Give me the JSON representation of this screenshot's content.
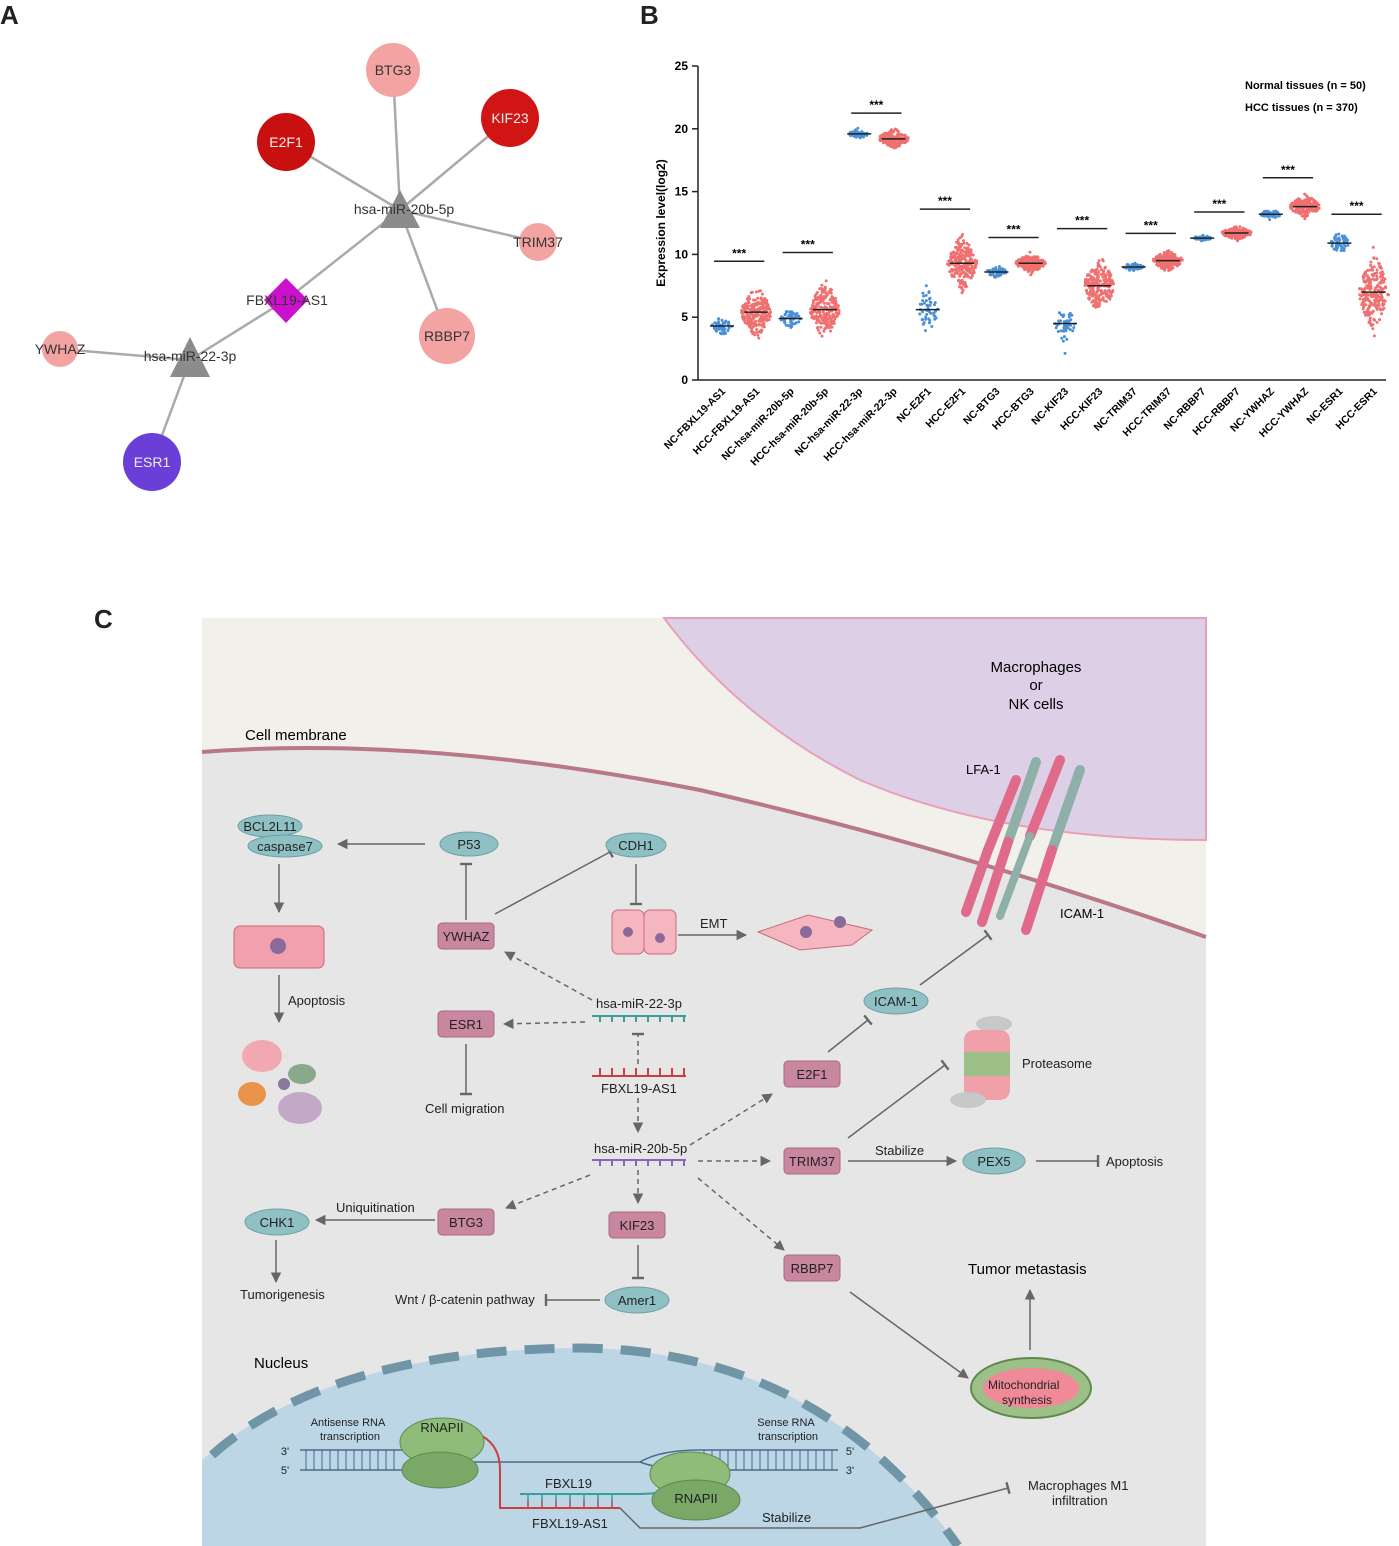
{
  "panels": {
    "a": "A",
    "b": "B",
    "c": "C"
  },
  "network": {
    "nodes": [
      {
        "id": "BTG3",
        "label": "BTG3",
        "shape": "circle",
        "color": "#f4a3a3"
      },
      {
        "id": "KIF23",
        "label": "KIF23",
        "shape": "circle",
        "color": "#d11414"
      },
      {
        "id": "E2F1",
        "label": "E2F1",
        "shape": "circle",
        "color": "#c81010"
      },
      {
        "id": "miR20b",
        "label": "hsa-miR-20b-5p",
        "shape": "triangle",
        "color": "#8c8c8c"
      },
      {
        "id": "TRIM37",
        "label": "TRIM37",
        "shape": "circle",
        "color": "#f4a3a3"
      },
      {
        "id": "FBXL19AS1",
        "label": "FBXL19-AS1",
        "shape": "diamond",
        "color": "#cc11cc"
      },
      {
        "id": "RBBP7",
        "label": "RBBP7",
        "shape": "circle",
        "color": "#f4a3a3"
      },
      {
        "id": "YWHAZ",
        "label": "YWHAZ",
        "shape": "circle",
        "color": "#f4a3a3"
      },
      {
        "id": "miR22",
        "label": "hsa-miR-22-3p",
        "shape": "triangle",
        "color": "#8c8c8c"
      },
      {
        "id": "ESR1",
        "label": "ESR1",
        "shape": "circle",
        "color": "#6a3fd8"
      }
    ]
  },
  "chart_data": {
    "type": "scatter",
    "ylabel": "Expression level(log2)",
    "ylim": [
      0,
      25
    ],
    "yticks": [
      "0",
      "5",
      "10",
      "15",
      "20",
      "25"
    ],
    "legend": [
      "Normal tissues (n = 50)",
      "HCC tissues (n = 370)"
    ],
    "legend_position": "top-right",
    "significance": "***",
    "categories": [
      "NC-FBXL19-AS1",
      "HCC-FBXL19-AS1",
      "NC-hsa-miR-20b-5p",
      "HCC-hsa-miR-20b-5p",
      "NC-hsa-miR-22-3p",
      "HCC-hsa-miR-22-3p",
      "NC-E2F1",
      "HCC-E2F1",
      "NC-BTG3",
      "HCC-BTG3",
      "NC-KIF23",
      "HCC-KIF23",
      "NC-TRIM37",
      "HCC-TRIM37",
      "NC-RBBP7",
      "HCC-RBBP7",
      "NC-YWHAZ",
      "HCC-YWHAZ",
      "NC-ESR1",
      "HCC-ESR1"
    ],
    "groups": [
      {
        "name": "NC",
        "color": "#4a90d9",
        "n": 50
      },
      {
        "name": "HCC",
        "color": "#f07070",
        "n": 370
      }
    ],
    "medians": [
      4.3,
      5.4,
      4.9,
      5.6,
      19.6,
      19.2,
      5.6,
      9.3,
      8.6,
      9.3,
      4.5,
      7.5,
      9.0,
      9.5,
      11.3,
      11.7,
      13.2,
      13.8,
      10.9,
      7.0
    ],
    "spreads": [
      0.5,
      1.3,
      0.6,
      1.5,
      0.3,
      0.5,
      1.3,
      1.4,
      0.4,
      0.5,
      1.0,
      1.5,
      0.25,
      0.55,
      0.15,
      0.35,
      0.3,
      0.6,
      0.6,
      2.0
    ]
  },
  "diagram": {
    "membrane_label": "Cell membrane",
    "immune_label_1": "Macrophages",
    "immune_label_2": "or",
    "immune_label_3": "NK cells",
    "lfa1": "LFA-1",
    "icam1_label": "ICAM-1",
    "nucleus_label": "Nucleus",
    "nodes": {
      "bcl2l11": "BCL2L11",
      "caspase7": "caspase7",
      "p53": "P53",
      "cdh1": "CDH1",
      "ywhaz": "YWHAZ",
      "emt": "EMT",
      "apoptosis1": "Apoptosis",
      "esr1": "ESR1",
      "mir22": "hsa-miR-22-3p",
      "icam1": "ICAM-1",
      "proteasome": "Proteasome",
      "fbxl19as1": "FBXL19-AS1",
      "e2f1": "E2F1",
      "cell_migration": "Cell migration",
      "mir20b": "hsa-miR-20b-5p",
      "trim37": "TRIM37",
      "stabilize1": "Stabilize",
      "pex5": "PEX5",
      "apoptosis2": "Apoptosis",
      "chk1": "CHK1",
      "ubiq": "Uniquitination",
      "btg3": "BTG3",
      "kif23": "KIF23",
      "rbbp7": "RBBP7",
      "tumorigenesis": "Tumorigenesis",
      "wnt": "Wnt / β-catenin pathway",
      "amer1": "Amer1",
      "tumor_met": "Tumor metastasis",
      "mito1": "Mitochondrial",
      "mito2": "synthesis"
    },
    "dna": {
      "rnapii_1": "RNAPII",
      "rnapii_2": "RNAPII",
      "antisense_1": "Antisense RNA",
      "antisense_2": "transcription",
      "sense_1": "Sense RNA",
      "sense_2": "transcription",
      "p3_left": "3'",
      "p5_left": "5'",
      "p5_right": "5'",
      "p3_right": "3'",
      "fbxl19": "FBXL19",
      "fbxl19as1": "FBXL19-AS1",
      "stabilize": "Stabilize",
      "m1_1": "Macrophages M1",
      "m1_2": "infiltration"
    }
  },
  "colors": {
    "box_purple": "#c9879f",
    "oval_teal": "#8fc1c4",
    "membrane": "#b87888",
    "immune_bg": "#ddd0e6",
    "cell_bg": "#e6e6e6",
    "nucleus": "#bcd6e6",
    "arrow": "#666666"
  }
}
